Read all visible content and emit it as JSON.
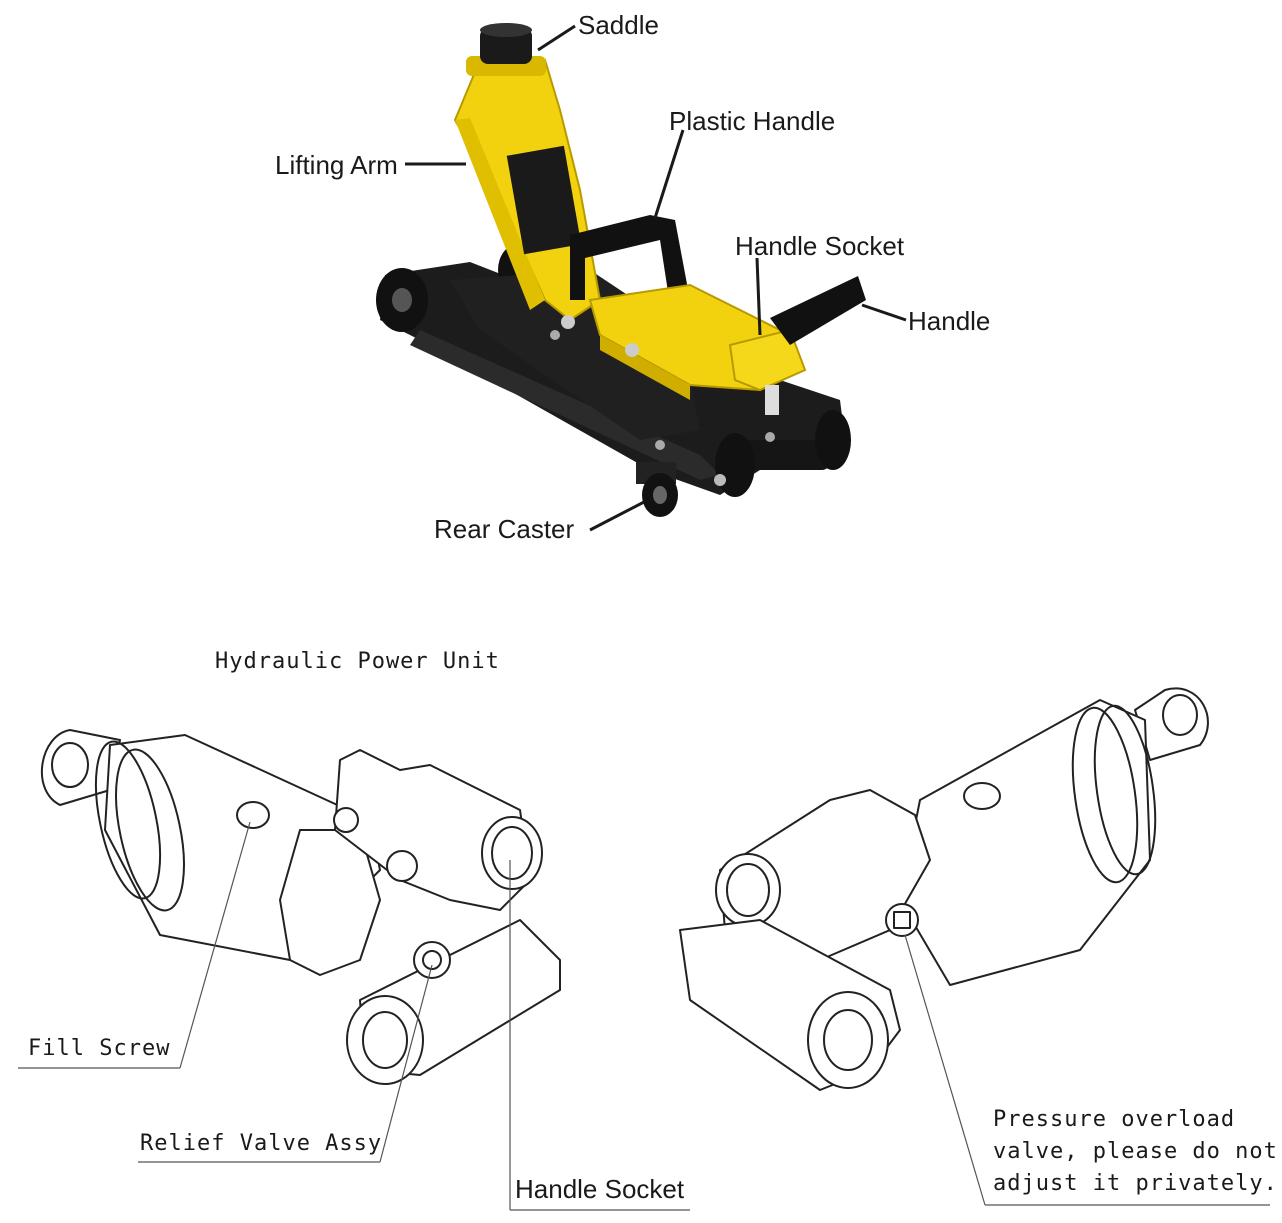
{
  "jack_labels": {
    "saddle": "Saddle",
    "plastic_handle": "Plastic Handle",
    "lifting_arm": "Lifting Arm",
    "handle_socket": "Handle Socket",
    "handle": "Handle",
    "rear_caster": "Rear Caster"
  },
  "power_unit": {
    "title": "Hydraulic Power Unit",
    "fill_screw": "Fill Screw",
    "relief_valve": "Relief Valve Assy",
    "handle_socket": "Handle Socket",
    "pressure_note": [
      "Pressure overload",
      "valve, please do not",
      "adjust it privately."
    ]
  },
  "colors": {
    "jack_yellow": "#f2d20f",
    "jack_black": "#1c1c1c",
    "line_ink": "#222222"
  }
}
